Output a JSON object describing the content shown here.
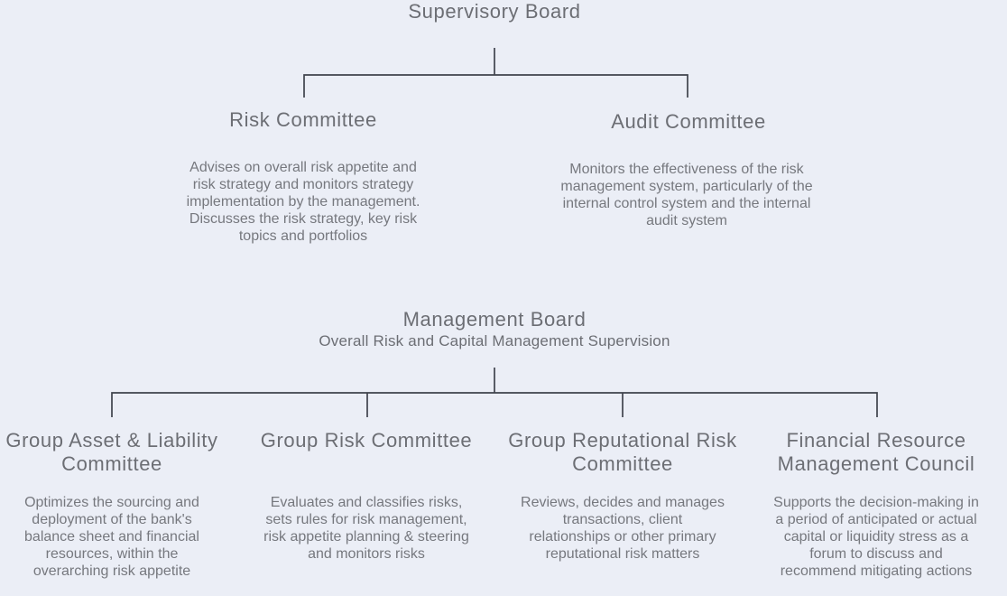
{
  "colors": {
    "background": "#ebeef6",
    "line": "#3f434c",
    "title_text": "#6c6e74",
    "body_text": "#76787e"
  },
  "chart": {
    "supervisory_board": {
      "title": "Supervisory Board"
    },
    "risk_committee": {
      "title": "Risk Committee",
      "description": [
        "Advises on overall risk appetite and",
        "risk strategy and monitors strategy",
        "implementation by the management.",
        "Discusses the risk strategy, key risk",
        "topics and portfolios"
      ]
    },
    "audit_committee": {
      "title": "Audit Committee",
      "description": [
        "Monitors the effectiveness of the risk",
        "management system, particularly of the",
        "internal control system and the internal",
        "audit system"
      ]
    },
    "management_board": {
      "title": "Management Board",
      "subtitle": "Overall Risk and Capital Management Supervision"
    },
    "group_asset_liability": {
      "title": [
        "Group Asset & Liability",
        "Committee"
      ],
      "description": [
        "Optimizes the sourcing and",
        "deployment of the bank's",
        "balance sheet and financial",
        "resources, within the",
        "overarching risk appetite"
      ]
    },
    "group_risk": {
      "title": "Group Risk Committee",
      "description": [
        "Evaluates and classifies risks,",
        "sets rules for risk management,",
        "risk appetite planning & steering",
        "and monitors risks"
      ]
    },
    "group_reputational": {
      "title": [
        "Group Reputational Risk",
        "Committee"
      ],
      "description": [
        "Reviews, decides and manages",
        "transactions, client",
        "relationships or other primary",
        "reputational risk matters"
      ]
    },
    "financial_resource": {
      "title": [
        "Financial Resource",
        "Management Council"
      ],
      "description": [
        "Supports the decision-making in",
        "a period of anticipated or actual",
        "capital or liquidity stress as a",
        "forum to discuss and",
        "recommend mitigating actions"
      ]
    }
  }
}
